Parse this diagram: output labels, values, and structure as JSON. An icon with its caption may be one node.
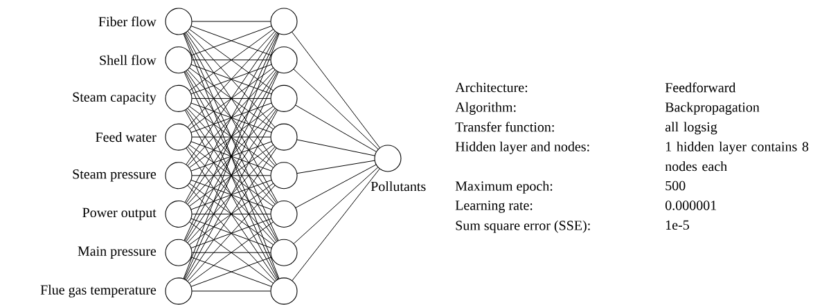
{
  "diagram": {
    "nodes": [
      {
        "text": [
          "Fiber flow"
        ]
      },
      {
        "text": [
          "Shell flow"
        ]
      },
      {
        "text": [
          "Steam capacity"
        ]
      },
      {
        "text": [
          "Feed water"
        ]
      },
      {
        "text": [
          "Steam pressure"
        ]
      },
      {
        "text": [
          "Power output"
        ]
      },
      {
        "text": [
          "Main pressure"
        ]
      },
      {
        "text": [
          "Flue gas temperature"
        ]
      },
      {
        "text": [],
        "shape": "circle"
      },
      {
        "text": [],
        "shape": "circle"
      },
      {
        "text": [],
        "shape": "circle"
      },
      {
        "text": [],
        "shape": "circle"
      },
      {
        "text": [],
        "shape": "circle"
      },
      {
        "text": [],
        "shape": "circle"
      },
      {
        "text": [],
        "shape": "circle"
      },
      {
        "text": [],
        "shape": "circle"
      },
      {
        "text": [
          "Pollutants"
        ]
      }
    ],
    "edges": [
      {
        "from": 0,
        "to": 8,
        "arrow": "none"
      },
      {
        "from": 0,
        "to": 9,
        "arrow": "none"
      },
      {
        "from": 0,
        "to": 10,
        "arrow": "none"
      },
      {
        "from": 0,
        "to": 11,
        "arrow": "none"
      },
      {
        "from": 0,
        "to": 12,
        "arrow": "none"
      },
      {
        "from": 0,
        "to": 13,
        "arrow": "none"
      },
      {
        "from": 0,
        "to": 14,
        "arrow": "none"
      },
      {
        "from": 0,
        "to": 15,
        "arrow": "none"
      },
      {
        "from": 1,
        "to": 8,
        "arrow": "none"
      },
      {
        "from": 1,
        "to": 9,
        "arrow": "none"
      },
      {
        "from": 1,
        "to": 10,
        "arrow": "none"
      },
      {
        "from": 1,
        "to": 11,
        "arrow": "none"
      },
      {
        "from": 1,
        "to": 12,
        "arrow": "none"
      },
      {
        "from": 1,
        "to": 13,
        "arrow": "none"
      },
      {
        "from": 1,
        "to": 14,
        "arrow": "none"
      },
      {
        "from": 1,
        "to": 15,
        "arrow": "none"
      },
      {
        "from": 2,
        "to": 8,
        "arrow": "none"
      },
      {
        "from": 2,
        "to": 9,
        "arrow": "none"
      },
      {
        "from": 2,
        "to": 10,
        "arrow": "none"
      },
      {
        "from": 2,
        "to": 11,
        "arrow": "none"
      },
      {
        "from": 2,
        "to": 12,
        "arrow": "none"
      },
      {
        "from": 2,
        "to": 13,
        "arrow": "none"
      },
      {
        "from": 2,
        "to": 14,
        "arrow": "none"
      },
      {
        "from": 2,
        "to": 15,
        "arrow": "none"
      },
      {
        "from": 3,
        "to": 8,
        "arrow": "none"
      },
      {
        "from": 3,
        "to": 9,
        "arrow": "none"
      },
      {
        "from": 3,
        "to": 10,
        "arrow": "none"
      },
      {
        "from": 3,
        "to": 11,
        "arrow": "none"
      },
      {
        "from": 3,
        "to": 12,
        "arrow": "none"
      },
      {
        "from": 3,
        "to": 13,
        "arrow": "none"
      },
      {
        "from": 3,
        "to": 14,
        "arrow": "none"
      },
      {
        "from": 3,
        "to": 15,
        "arrow": "none"
      },
      {
        "from": 4,
        "to": 8,
        "arrow": "none"
      },
      {
        "from": 4,
        "to": 9,
        "arrow": "none"
      },
      {
        "from": 4,
        "to": 10,
        "arrow": "none"
      },
      {
        "from": 4,
        "to": 11,
        "arrow": "none"
      },
      {
        "from": 4,
        "to": 12,
        "arrow": "none"
      },
      {
        "from": 4,
        "to": 13,
        "arrow": "none"
      },
      {
        "from": 4,
        "to": 14,
        "arrow": "none"
      },
      {
        "from": 4,
        "to": 15,
        "arrow": "none"
      },
      {
        "from": 5,
        "to": 8,
        "arrow": "none"
      },
      {
        "from": 5,
        "to": 9,
        "arrow": "none"
      },
      {
        "from": 5,
        "to": 10,
        "arrow": "none"
      },
      {
        "from": 5,
        "to": 11,
        "arrow": "none"
      },
      {
        "from": 5,
        "to": 12,
        "arrow": "none"
      },
      {
        "from": 5,
        "to": 13,
        "arrow": "none"
      },
      {
        "from": 5,
        "to": 14,
        "arrow": "none"
      },
      {
        "from": 5,
        "to": 15,
        "arrow": "none"
      },
      {
        "from": 6,
        "to": 8,
        "arrow": "none"
      },
      {
        "from": 6,
        "to": 9,
        "arrow": "none"
      },
      {
        "from": 6,
        "to": 10,
        "arrow": "none"
      },
      {
        "from": 6,
        "to": 11,
        "arrow": "none"
      },
      {
        "from": 6,
        "to": 12,
        "arrow": "none"
      },
      {
        "from": 6,
        "to": 13,
        "arrow": "none"
      },
      {
        "from": 6,
        "to": 14,
        "arrow": "none"
      },
      {
        "from": 6,
        "to": 15,
        "arrow": "none"
      },
      {
        "from": 7,
        "to": 8,
        "arrow": "none"
      },
      {
        "from": 7,
        "to": 9,
        "arrow": "none"
      },
      {
        "from": 7,
        "to": 10,
        "arrow": "none"
      },
      {
        "from": 7,
        "to": 11,
        "arrow": "none"
      },
      {
        "from": 7,
        "to": 12,
        "arrow": "none"
      },
      {
        "from": 7,
        "to": 13,
        "arrow": "none"
      },
      {
        "from": 7,
        "to": 14,
        "arrow": "none"
      },
      {
        "from": 7,
        "to": 15,
        "arrow": "none"
      },
      {
        "from": 8,
        "to": 16,
        "arrow": "none"
      },
      {
        "from": 9,
        "to": 16,
        "arrow": "none"
      },
      {
        "from": 10,
        "to": 16,
        "arrow": "none"
      },
      {
        "from": 11,
        "to": 16,
        "arrow": "none"
      },
      {
        "from": 12,
        "to": 16,
        "arrow": "none"
      },
      {
        "from": 13,
        "to": 16,
        "arrow": "none"
      },
      {
        "from": 14,
        "to": 16,
        "arrow": "none"
      },
      {
        "from": 15,
        "to": 16,
        "arrow": "none"
      }
    ],
    "labels": [
      "Architecture:",
      "Feedforward",
      "Algorithm:",
      "Backpropagation",
      "Transfer function:",
      "all logsig",
      "Hidden layer and nodes:",
      "1 hidden layer contains 8 nodes each",
      "Maximum epoch:",
      "500",
      "Learning rate:",
      "0.000001",
      "Sum square error (SSE):",
      "1e-5"
    ]
  }
}
